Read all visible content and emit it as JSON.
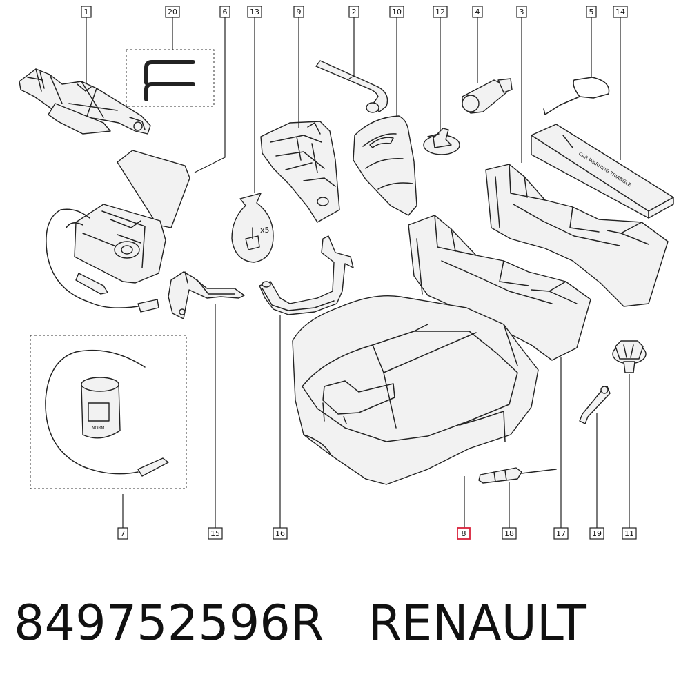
{
  "callouts": [
    {
      "id": "c1",
      "label": "1"
    },
    {
      "id": "c20",
      "label": "20"
    },
    {
      "id": "c6",
      "label": "6"
    },
    {
      "id": "c13",
      "label": "13"
    },
    {
      "id": "c9",
      "label": "9"
    },
    {
      "id": "c2",
      "label": "2"
    },
    {
      "id": "c10",
      "label": "10"
    },
    {
      "id": "c12",
      "label": "12"
    },
    {
      "id": "c4",
      "label": "4"
    },
    {
      "id": "c3",
      "label": "3"
    },
    {
      "id": "c5",
      "label": "5"
    },
    {
      "id": "c14",
      "label": "14"
    },
    {
      "id": "c7",
      "label": "7"
    },
    {
      "id": "c15",
      "label": "15"
    },
    {
      "id": "c16",
      "label": "16"
    },
    {
      "id": "c8",
      "label": "8",
      "highlighted": true
    },
    {
      "id": "c18",
      "label": "18"
    },
    {
      "id": "c17",
      "label": "17"
    },
    {
      "id": "c19",
      "label": "19"
    },
    {
      "id": "c11",
      "label": "11"
    }
  ],
  "annotations": {
    "x5": "x5",
    "triangle_text": "CAR WARNING TRIANGLE",
    "bottle_text": "NORM"
  },
  "footer": {
    "part_number": "849752596R",
    "brand": "RENAULT"
  },
  "colors": {
    "line": "#222222",
    "highlight": "#d9213a",
    "background": "#ffffff"
  }
}
